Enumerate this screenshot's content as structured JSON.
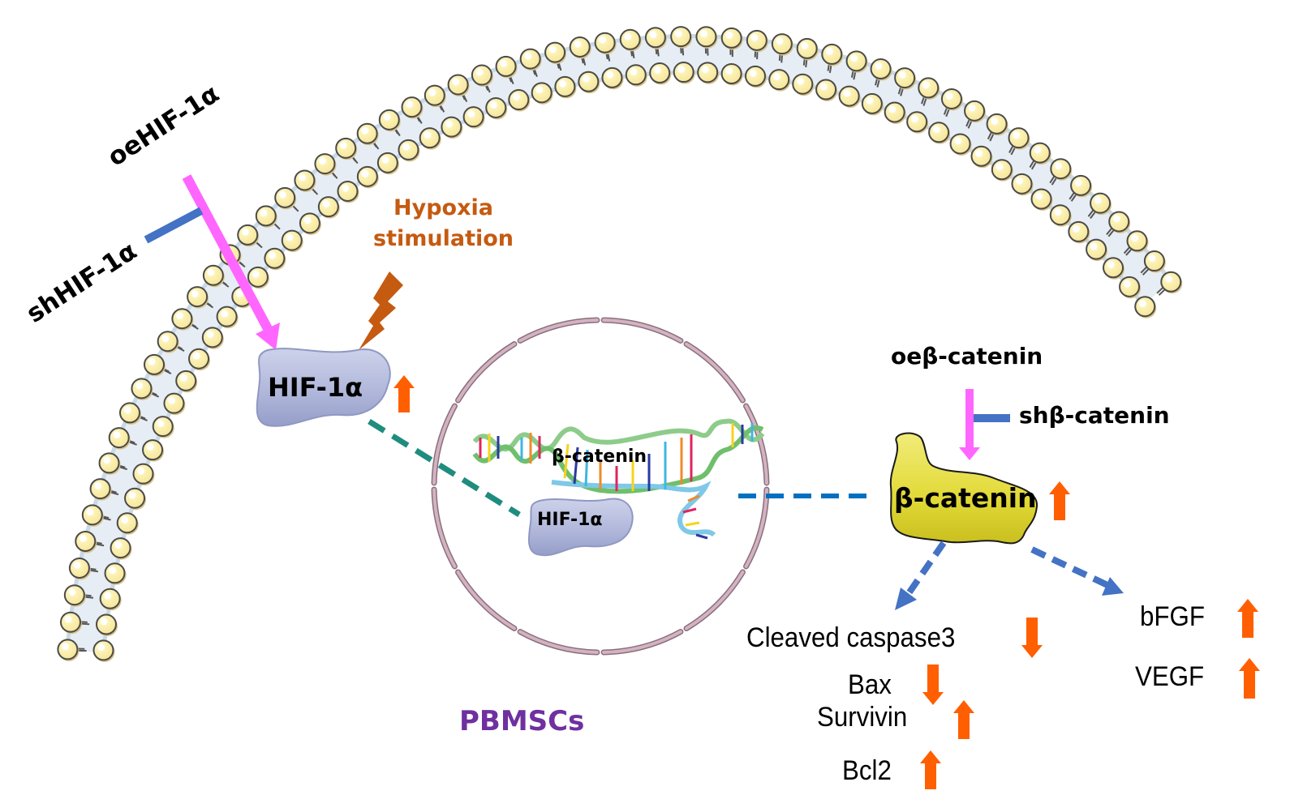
{
  "cell": {
    "name": "PBMSCs",
    "name_color": "#7030a0"
  },
  "membrane_interventions": {
    "overexpression": "oeHIF-1α",
    "knockdown": "shHIF-1α"
  },
  "stimulus": {
    "line1": "Hypoxia",
    "line2": "stimulation",
    "color": "#c55a11"
  },
  "cytoplasm_protein": {
    "label": "HIF-1α",
    "regulation": "up"
  },
  "nucleus": {
    "gene_label": "β-catenin",
    "binding_protein": "HIF-1α"
  },
  "target_protein": {
    "label": "β-catenin",
    "regulation": "up",
    "overexpression": "oeβ-catenin",
    "knockdown": "shβ-catenin"
  },
  "downstream": {
    "apoptosis": [
      {
        "label": "Cleaved caspase3",
        "regulation": "down"
      },
      {
        "label": "Bax",
        "regulation": "down"
      },
      {
        "label": "Survivin",
        "regulation": "up"
      },
      {
        "label": "Bcl2",
        "regulation": "up"
      }
    ],
    "growth_factors": [
      {
        "label": "bFGF",
        "regulation": "up"
      },
      {
        "label": "VEGF",
        "regulation": "up"
      }
    ]
  },
  "colors": {
    "activation_arrow": "#ff66ff",
    "inhibition_bar": "#4472c4",
    "regulation_arrow": "#ff5f00",
    "dashed_link_nucleus": "#1e8c7e",
    "dashed_link_blue": "#0070c0",
    "dashed_arrow": "#4472c4",
    "hif_blob": "#b4bbdc",
    "catenin_blob": "#e5df3a",
    "nucleus_envelope": "#c9a7b6",
    "lipid_head": "#fbf0a8",
    "membrane_core": "#e3ebf2"
  }
}
